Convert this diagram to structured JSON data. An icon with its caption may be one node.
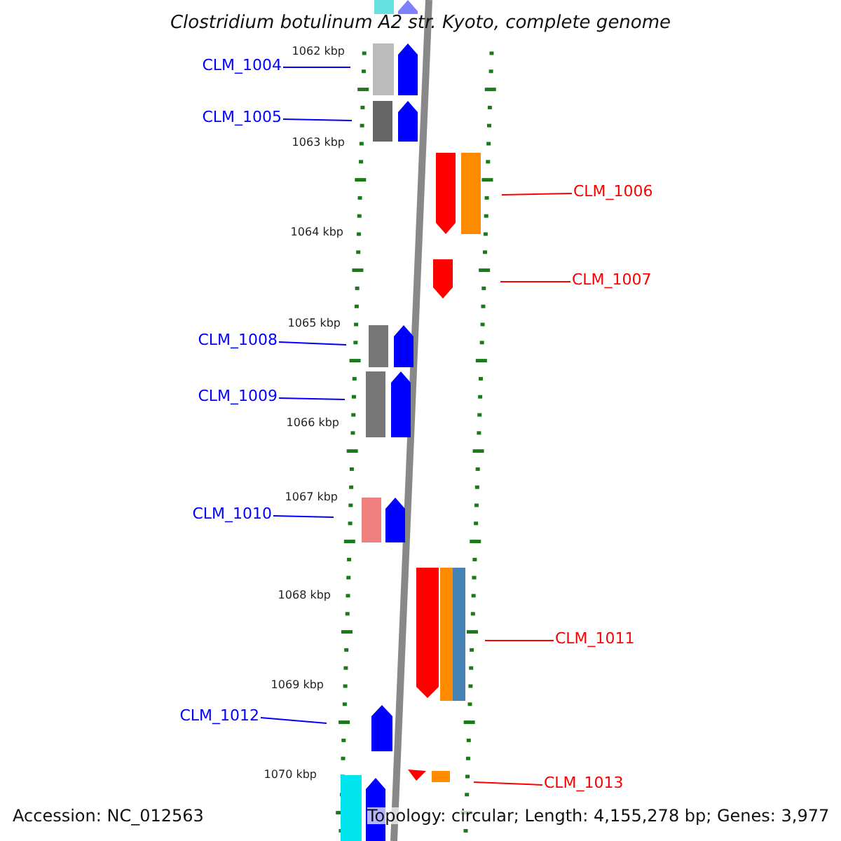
{
  "diagram": {
    "title": "Clostridium botulinum A2 str. Kyoto, complete genome",
    "nodes": [
      {
        "text": [
          "CLM_1004"
        ]
      },
      {
        "text": [
          "CLM_1005"
        ]
      },
      {
        "text": [
          "CLM_1006"
        ]
      },
      {
        "text": [
          "CLM_1007"
        ]
      },
      {
        "text": [
          "CLM_1008"
        ]
      },
      {
        "text": [
          "CLM_1009"
        ]
      },
      {
        "text": [
          "CLM_1010"
        ]
      },
      {
        "text": [
          "CLM_1011"
        ]
      },
      {
        "text": [
          "CLM_1012"
        ]
      },
      {
        "text": [
          "CLM_1013"
        ]
      }
    ],
    "edges": [
      {
        "from": 0,
        "to": null,
        "arrow": "none"
      },
      {
        "from": 1,
        "to": null,
        "arrow": "none"
      },
      {
        "from": 2,
        "to": null,
        "arrow": "none",
        "color": "#ff0000"
      },
      {
        "from": 3,
        "to": null,
        "arrow": "none",
        "color": "#ff0000"
      },
      {
        "from": 4,
        "to": null,
        "arrow": "none"
      },
      {
        "from": 5,
        "to": null,
        "arrow": "none"
      },
      {
        "from": 6,
        "to": null,
        "arrow": "none"
      },
      {
        "from": 7,
        "to": null,
        "arrow": "none",
        "color": "#ff0000"
      },
      {
        "from": 8,
        "to": null,
        "arrow": "none"
      },
      {
        "from": 9,
        "to": null,
        "arrow": "none",
        "color": "#ff0000"
      }
    ],
    "labels": [
      "1062 kbp",
      "1063 kbp",
      "1064 kbp",
      "1065 kbp",
      "1066 kbp",
      "1067 kbp",
      "1068 kbp",
      "1069 kbp",
      "1070 kbp",
      "Accession: NC_012563",
      "Topology: circular; Length: 4,155,278 bp; Genes: 3,977"
    ]
  }
}
